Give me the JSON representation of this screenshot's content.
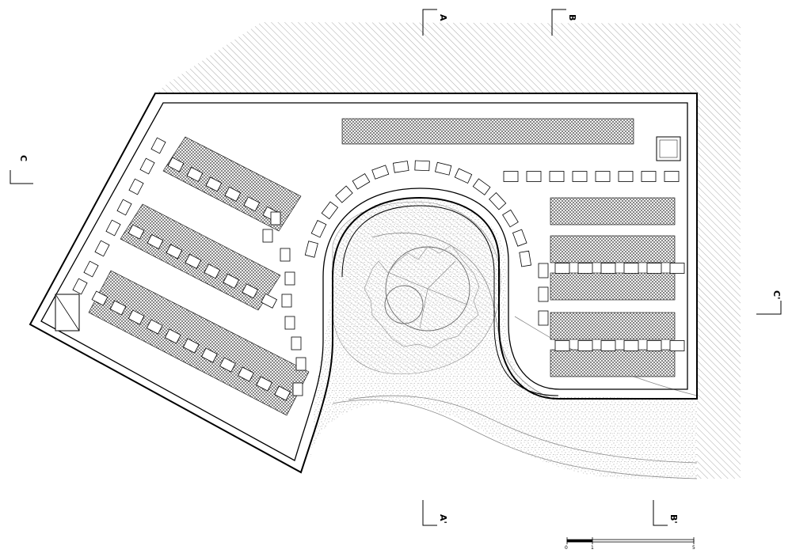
{
  "colors": {
    "ink": "#000000",
    "hatch": "#9a9a9a",
    "speckle": "#777777",
    "paper": "#ffffff"
  },
  "section_markers": {
    "a_top": "A",
    "b_top": "B",
    "c_left": "C",
    "c_right": "C'",
    "a_bottom": "A'",
    "b_bottom": "B'"
  },
  "scale_bar": {
    "ticks": [
      "0",
      "1",
      "5"
    ]
  }
}
